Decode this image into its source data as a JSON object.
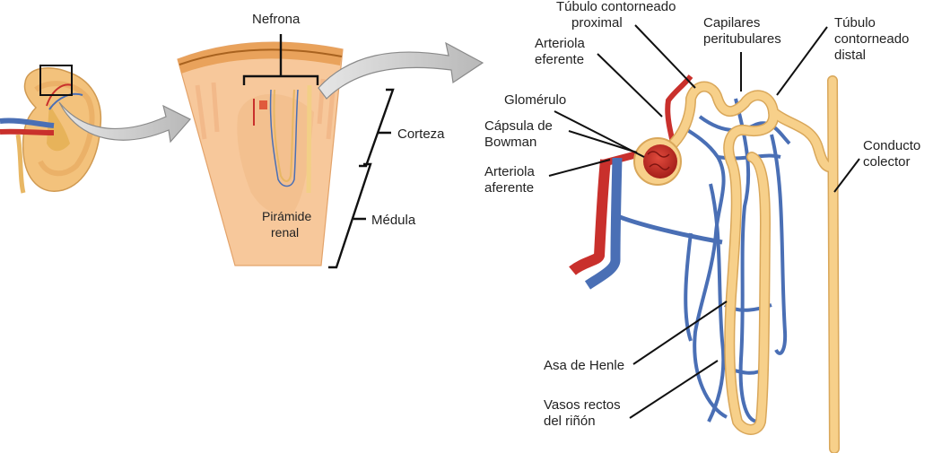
{
  "labels": {
    "nefrona": "Nefrona",
    "corteza": "Corteza",
    "medula": "Médula",
    "piramide_1": "Pirámide",
    "piramide_2": "renal",
    "tubulo_prox_1": "Túbulo contorneado",
    "tubulo_prox_2": "proximal",
    "arteriola_eferente_1": "Arteriola",
    "arteriola_eferente_2": "eferente",
    "capilares_1": "Capilares",
    "capilares_2": "peritubulares",
    "tubulo_distal_1": "Túbulo",
    "tubulo_distal_2": "contorneado",
    "tubulo_distal_3": "distal",
    "glomerulo": "Glomérulo",
    "capsula_1": "Cápsula de",
    "capsula_2": "Bowman",
    "arteriola_aferente_1": "Arteriola",
    "arteriola_aferente_2": "aferente",
    "conducto_1": "Conducto",
    "conducto_2": "colector",
    "asa_henle": "Asa de Henle",
    "vasos_rectos_1": "Vasos rectos",
    "vasos_rectos_2": "del riñón"
  },
  "colors": {
    "tubule": "#f7d08a",
    "tubule_edge": "#d9a75a",
    "artery": "#c9302c",
    "vein": "#4a6fb5",
    "kidney_tissue": "#f7c89b",
    "cortex_band": "#e9a25b",
    "arrow": "#c7c7c7"
  }
}
